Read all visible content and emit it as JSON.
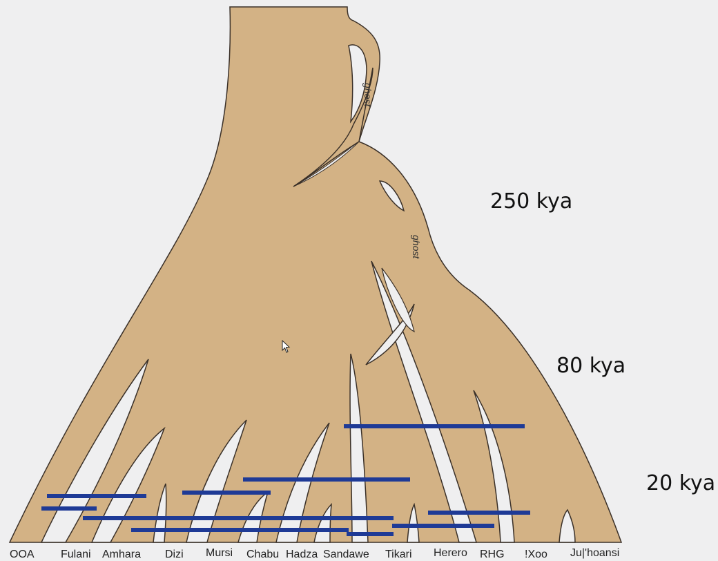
{
  "ghost_labels": [
    "ghost",
    "ghost"
  ],
  "time_labels": [
    "250 kya",
    "80 kya",
    "20 kya"
  ],
  "populations": [
    "OOA",
    "Fulani",
    "Amhara",
    "Dizi",
    "Mursi",
    "Chabu",
    "Hadza",
    "Sandawe",
    "Tikari",
    "Herero",
    "RHG",
    "!Xoo",
    "Ju|'hoansi"
  ],
  "colors": {
    "tree_fill": "#d3b285",
    "tree_stroke": "#3a3028",
    "admixture_bar": "#1e3a96",
    "background": "#efeff0"
  }
}
